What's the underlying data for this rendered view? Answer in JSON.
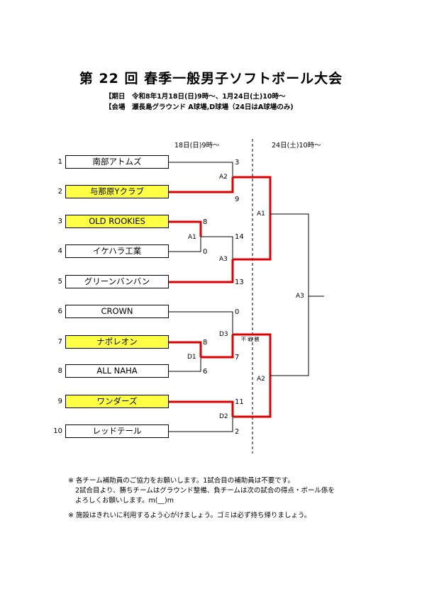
{
  "title": "第 22 回 春季一般男子ソフトボール大会",
  "info": {
    "period": "【期日　令和8年1月18日(日)9時～、1月24日(土)10時～",
    "venue": "【会場　瀬長島グラウンド A球場,D球場（24日はA球場のみ)"
  },
  "day1": "18日(日)9時～",
  "day2": "24日(土)10時～",
  "teams": [
    {
      "no": "1",
      "name": "南部アトムズ"
    },
    {
      "no": "2",
      "name": "与那原Yクラブ"
    },
    {
      "no": "3",
      "name": "OLD ROOKIES"
    },
    {
      "no": "4",
      "name": "イケハラ工業"
    },
    {
      "no": "5",
      "name": "グリーンバンバン"
    },
    {
      "no": "6",
      "name": "CROWN"
    },
    {
      "no": "7",
      "name": "ナポレオン"
    },
    {
      "no": "8",
      "name": "ALL NAHA"
    },
    {
      "no": "9",
      "name": "ワンダーズ"
    },
    {
      "no": "10",
      "name": "レッドテール"
    }
  ],
  "scores": {
    "t1": "3",
    "t2": "9",
    "t3": "8",
    "t4": "0",
    "a1_top": "14",
    "t5": "13",
    "t6": "0",
    "d1_win": "7",
    "t7": "8",
    "t8": "6",
    "t9": "11",
    "t10": "2"
  },
  "games": {
    "a2": "A2",
    "a1": "A1",
    "a3": "A3",
    "d3": "D3",
    "d1": "D1",
    "d2": "D2",
    "r_a1": "A1",
    "r_a2": "A2",
    "f_a3": "A3"
  },
  "forfeit": "不 戦 勝",
  "notes": [
    "※ 各チーム補助員のご協力をお願いします。1試合目の補助員は不要です。",
    "2試合目より、勝ちチームはグラウンド整備、負チームは次の試合の得点・ボール係を",
    "よろしくお願いします。m(__)m",
    "※ 施設はきれいに利用するよう心がけましょう。ゴミは必ず持ち帰りましょう。"
  ]
}
